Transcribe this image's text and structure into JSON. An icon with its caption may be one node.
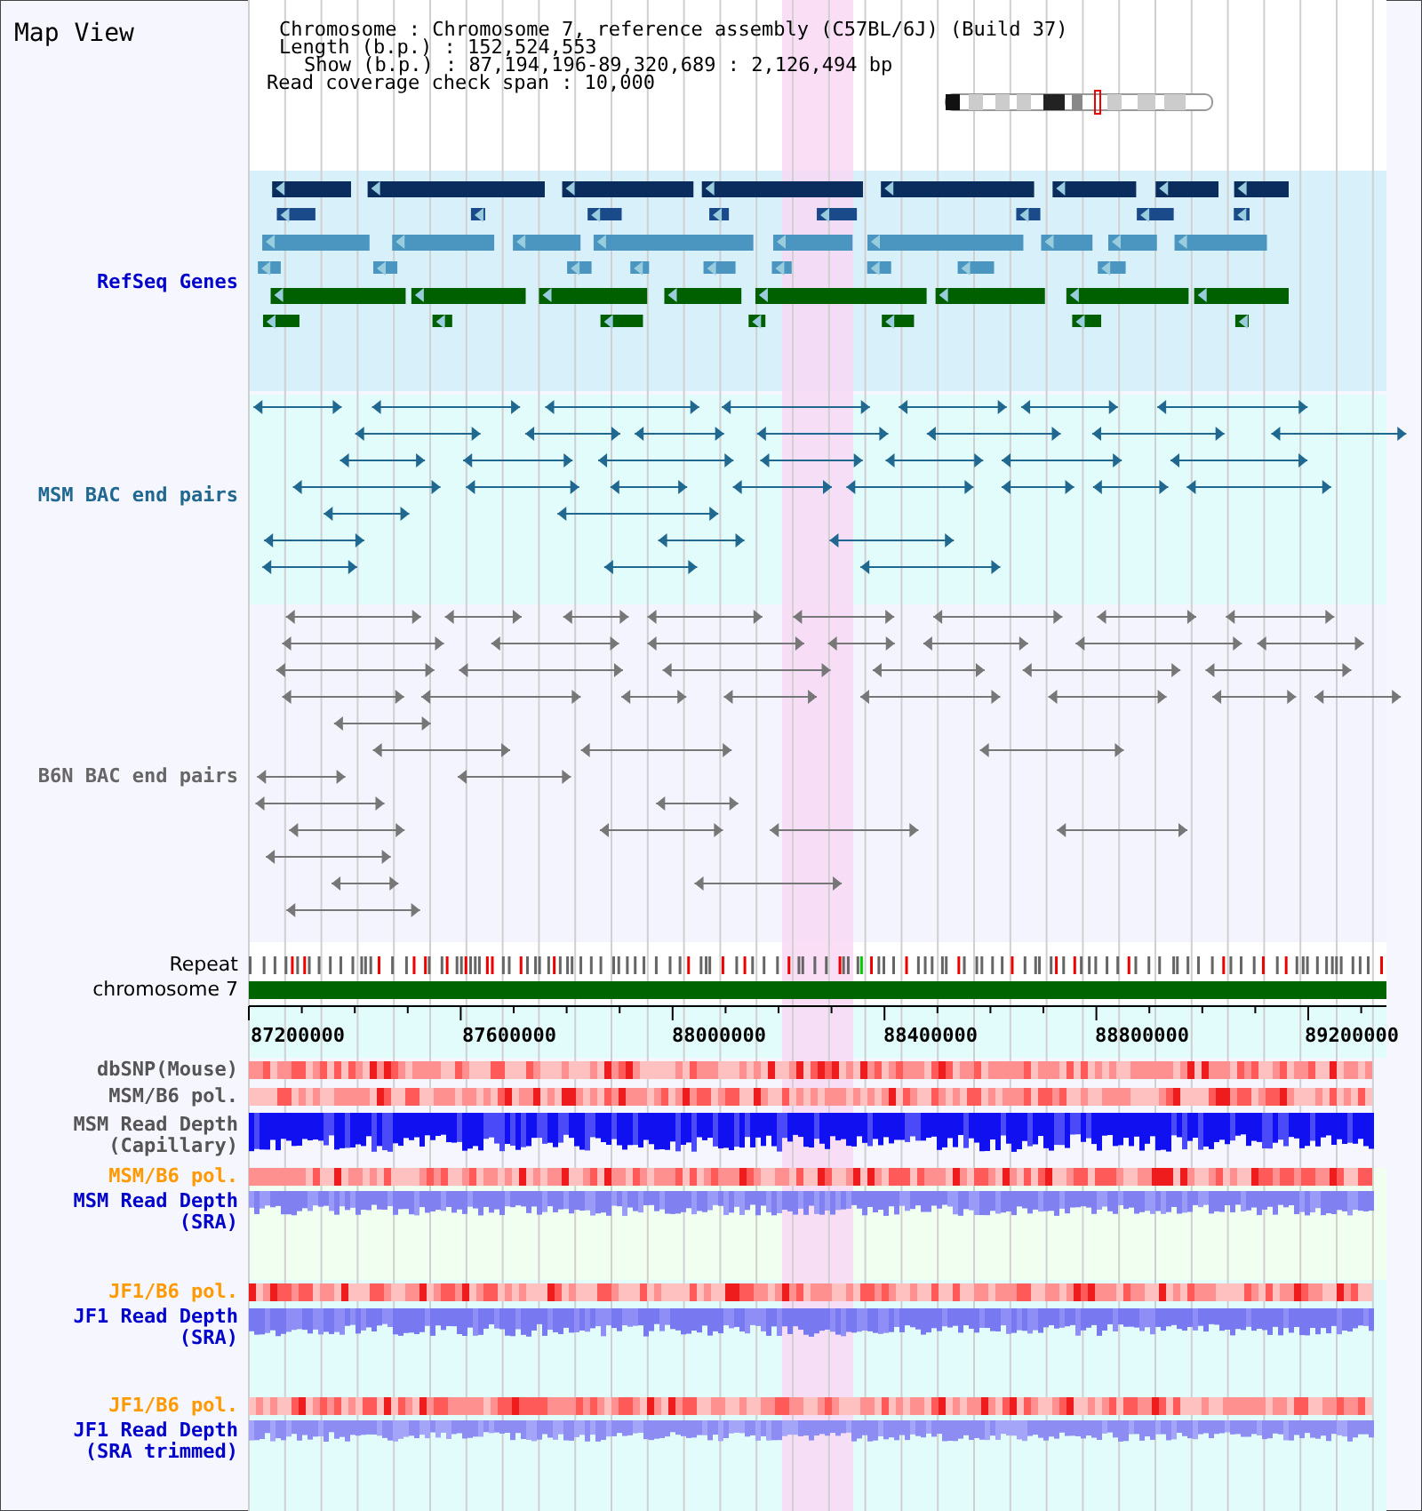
{
  "diagram": {
    "title": "Map View",
    "labels": [
      "Chromosome : Chromosome 7, reference assembly (C57BL/6J) (Build 37)",
      "Length (b.p.) : 152,524,553",
      "Show (b.p.) : 87,194,196-89,320,689 : 2,126,494 bp",
      "Read coverage check span : 10,000",
      "RefSeq Genes",
      "MSM BAC end pairs",
      "B6N BAC end pairs",
      "Repeat",
      "chromosome 7",
      "87200000",
      "87600000",
      "88000000",
      "88400000",
      "88800000",
      "89200000",
      "dbSNP(Mouse)",
      "MSM/B6 pol.",
      "MSM Read Depth (Capillary)",
      "MSM/B6 pol.",
      "MSM Read Depth (SRA)",
      "JF1/B6 pol.",
      "JF1 Read Depth (SRA)",
      "JF1/B6 pol.",
      "JF1 Read Depth (SRA trimmed)"
    ]
  }
}
